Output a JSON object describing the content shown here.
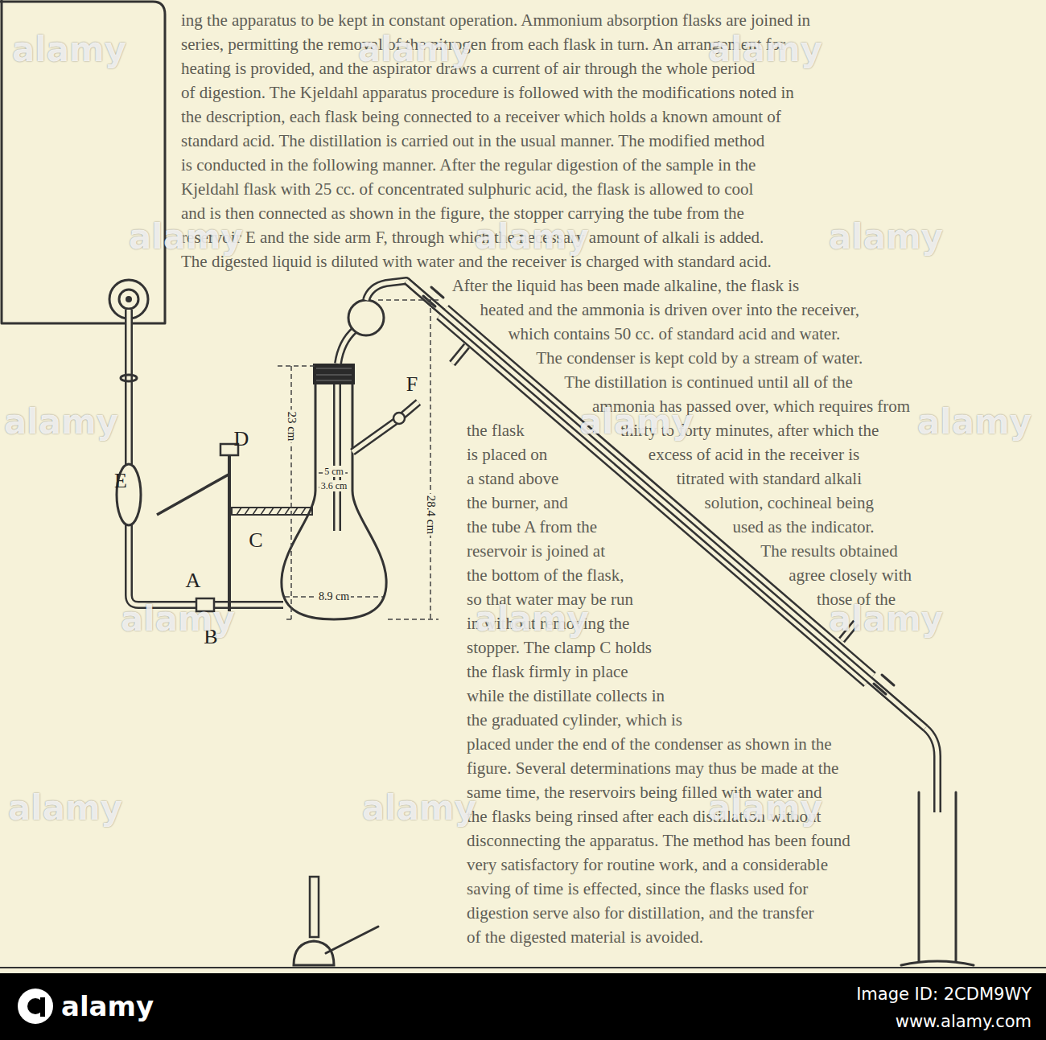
{
  "diagram": {
    "labels": [
      "E",
      "D",
      "C",
      "A",
      "B",
      "F",
      "23 cm",
      "5 cm",
      "3.6 cm",
      "8.9 cm",
      "28.4 cm",
      "ing the apparatus to be kept in constant operation. Ammonium absorption flasks are joined in",
      "series, permitting the removal of the nitrogen from each flask in turn. An arrangement for",
      "heating is provided, and the aspirator draws a current of air through the whole period",
      "of digestion. The Kjeldahl apparatus procedure is followed with the modifications noted in",
      "the description, each flask being connected to a receiver which holds a known amount of",
      "standard acid. The distillation is carried out in the usual manner. The modified method",
      "is conducted in the following manner. After the regular digestion of the sample in the",
      "Kjeldahl flask with 25 cc. of concentrated sulphuric acid, the flask is allowed to cool",
      "and is then connected as shown in the figure, the stopper carrying the tube from the",
      "reservoir E and the side arm F, through which the necessary amount of alkali is added.",
      "The digested liquid is diluted with water and the receiver is charged with standard acid.",
      "After the liquid has been made alkaline, the flask is",
      "heated and the ammonia is driven over into the receiver,",
      "which contains 50 cc. of standard acid and water.",
      "The condenser is kept cold by a stream of water.",
      "The distillation is continued until all of the",
      "ammonia has passed over, which requires from",
      "thirty to forty minutes, after which the",
      "excess of acid in the receiver is",
      "titrated with standard alkali",
      "solution, cochineal being",
      "used as the indicator.",
      "The results obtained",
      "agree closely with",
      "those of the",
      "the flask",
      "is placed on",
      "a stand above",
      "the burner, and",
      "the tube A from the",
      "reservoir is joined at",
      "the bottom of the flask,",
      "so that water may be run",
      "in without removing the",
      "stopper. The clamp C holds",
      "the flask firmly in place",
      "while the distillate collects in",
      "the graduated cylinder, which is",
      "placed under the end of the condenser as shown in the",
      "figure. Several determinations may thus be made at the",
      "same time, the reservoirs being filled with water and",
      "the flasks being rinsed after each distillation without",
      "disconnecting the apparatus. The method has been found",
      "very satisfactory for routine work, and a considerable",
      "saving of time is effected, since the flasks used for",
      "digestion serve also for distillation, and the transfer",
      "of the digested material is avoided.",
      "alamy",
      "alamy",
      "alamy",
      "alamy",
      "alamy",
      "alamy",
      "alamy",
      "alamy",
      "alamy",
      "alamy",
      "alamy",
      "alamy",
      "alamy",
      "alamy",
      "alamy",
      "alamy",
      "Image ID: 2CDM9WY",
      "www.alamy.com"
    ]
  }
}
